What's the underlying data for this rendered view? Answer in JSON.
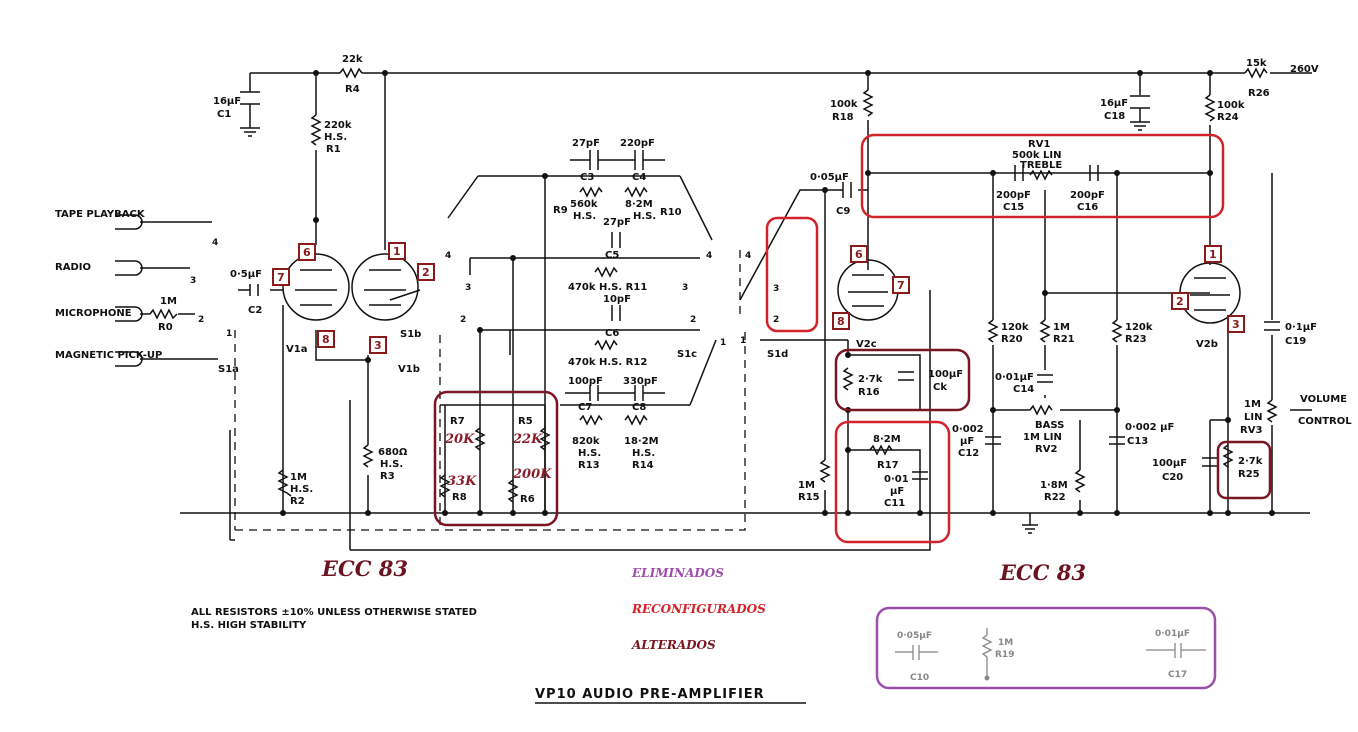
{
  "title": "VP10 AUDIO PRE-AMPLIFIER",
  "notes": [
    "ALL RESISTORS ±10% UNLESS OTHERWISE STATED",
    "H.S. HIGH STABILITY"
  ],
  "tube_labels": [
    "ECC 83",
    "ECC 83"
  ],
  "legend": {
    "eliminated": "ELIMINADOS",
    "reconfigured": "RECONFIGURADOS",
    "altered": "ALTERADOS"
  },
  "colors": {
    "eliminated": "#9b4fa8",
    "reconfigured": "#d2232a",
    "altered": "#7a1522",
    "pin": "#8b1a1a"
  },
  "inputs": [
    "TAPE PLAYBACK",
    "RADIO",
    "MICROPHONE",
    "MAGNETIC PICK-UP"
  ],
  "supply": "260V",
  "pins": [
    "6",
    "7",
    "8",
    "1",
    "2",
    "3",
    "6",
    "7",
    "8",
    "1",
    "2",
    "3"
  ],
  "annotations": [
    "20K",
    "22K",
    "33K",
    "200K"
  ],
  "components": {
    "C1": [
      "16μF",
      "C1"
    ],
    "R4": [
      "22k",
      "R4"
    ],
    "R1": [
      "220k",
      "H.S.",
      "R1"
    ],
    "R0": [
      "1M",
      "R0"
    ],
    "C2": [
      "0·5μF",
      "C2"
    ],
    "R2": [
      "1M",
      "H.S.",
      "R2"
    ],
    "R3": [
      "680Ω",
      "H.S.",
      "R3"
    ],
    "C3": [
      "27pF",
      "C3"
    ],
    "C4": [
      "220pF",
      "C4"
    ],
    "R9": [
      "560k",
      "H.S.",
      "R9"
    ],
    "R10": [
      "8·2M",
      "H.S.",
      "R10"
    ],
    "C5": [
      "27pF",
      "C5"
    ],
    "R11": [
      "470k H.S. R11"
    ],
    "C6": [
      "10pF",
      "C6"
    ],
    "R12": [
      "470k H.S. R12"
    ],
    "C7": [
      "100pF",
      "C7"
    ],
    "C8": [
      "330pF",
      "C8"
    ],
    "R13": [
      "820k",
      "H.S.",
      "R13"
    ],
    "R14": [
      "18·2M",
      "H.S.",
      "R14"
    ],
    "R7": "R7",
    "R5": "R5",
    "R8": "R8",
    "R6": "R6",
    "R18": [
      "100k",
      "R18"
    ],
    "C9": [
      "0·05μF",
      "C9"
    ],
    "R16": [
      "2·7k",
      "R16"
    ],
    "Ck": [
      "100μF",
      "Ck"
    ],
    "R15": [
      "1M",
      "R15"
    ],
    "R17": [
      "8·2M",
      "R17"
    ],
    "C11": [
      "0·01",
      "μF",
      "C11"
    ],
    "RV1": [
      "RV1",
      "500k LIN",
      "TREBLE"
    ],
    "C15": [
      "200pF",
      "C15"
    ],
    "C16": [
      "200pF",
      "C16"
    ],
    "R20": [
      "120k",
      "R20"
    ],
    "R21": [
      "1M",
      "R21"
    ],
    "R23": [
      "120k",
      "R23"
    ],
    "C14": [
      "0·01μF",
      "C14"
    ],
    "RV2": [
      "BASS",
      "1M LIN",
      "RV2"
    ],
    "C12": [
      "0·002",
      "μF",
      "C12"
    ],
    "C13": [
      "0·002 μF",
      "C13"
    ],
    "R22": [
      "1·8M",
      "R22"
    ],
    "C18": [
      "16μF",
      "C18"
    ],
    "R24": [
      "100k",
      "R24"
    ],
    "R26": [
      "15k",
      "R26"
    ],
    "C19": [
      "0·1μF",
      "C19"
    ],
    "RV3": [
      "1M",
      "LIN",
      "RV3"
    ],
    "VOL": [
      "VOLUME",
      "CONTROL"
    ],
    "C20": [
      "100μF",
      "C20"
    ],
    "R25": [
      "2·7k",
      "R25"
    ],
    "C10": [
      "0·05μF",
      "C10"
    ],
    "R19": [
      "1M",
      "R19"
    ],
    "C17": [
      "0·01μF",
      "C17"
    ]
  },
  "tubes": [
    "V1a",
    "V1b",
    "V2c",
    "V2b"
  ],
  "switches": [
    "S1a",
    "S1b",
    "S1c",
    "S1d"
  ],
  "switch_positions": [
    "4",
    "3",
    "2",
    "1",
    "4",
    "3",
    "2",
    "4",
    "3",
    "2",
    "1",
    "4",
    "3",
    "2",
    "1"
  ]
}
